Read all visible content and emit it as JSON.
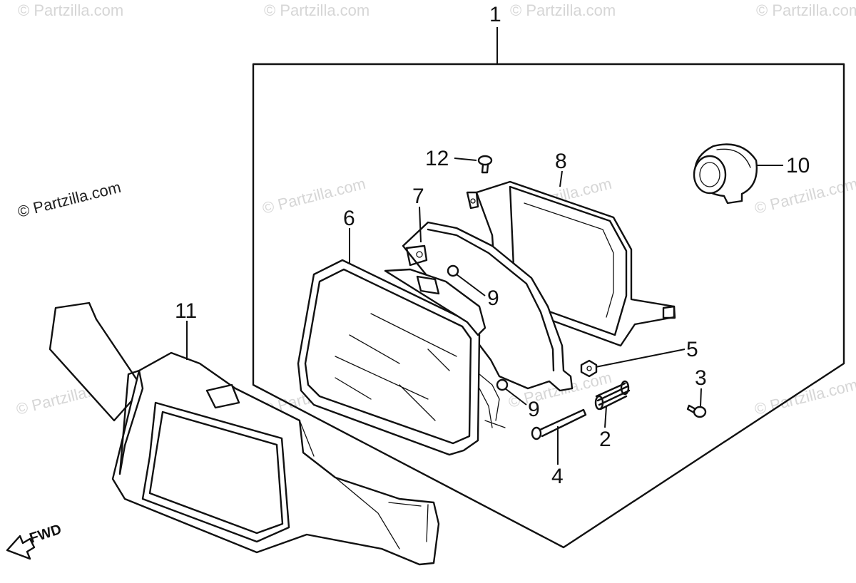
{
  "diagram": {
    "watermark_text": "© Partzilla.com",
    "credit_text": "© Partzilla.com",
    "forward_label": "FWD",
    "callouts": [
      {
        "id": "1",
        "part": "headlight-assembly"
      },
      {
        "id": "2",
        "part": "spring"
      },
      {
        "id": "3",
        "part": "screw"
      },
      {
        "id": "4",
        "part": "adjusting-screw"
      },
      {
        "id": "5",
        "part": "nut"
      },
      {
        "id": "6",
        "part": "headlight-unit"
      },
      {
        "id": "7",
        "part": "headlight-rim"
      },
      {
        "id": "8",
        "part": "headlight-case"
      },
      {
        "id": "9",
        "part": "grommet"
      },
      {
        "id": "10",
        "part": "dust-cover"
      },
      {
        "id": "11",
        "part": "headlight-cover"
      },
      {
        "id": "12",
        "part": "bolt"
      }
    ]
  }
}
